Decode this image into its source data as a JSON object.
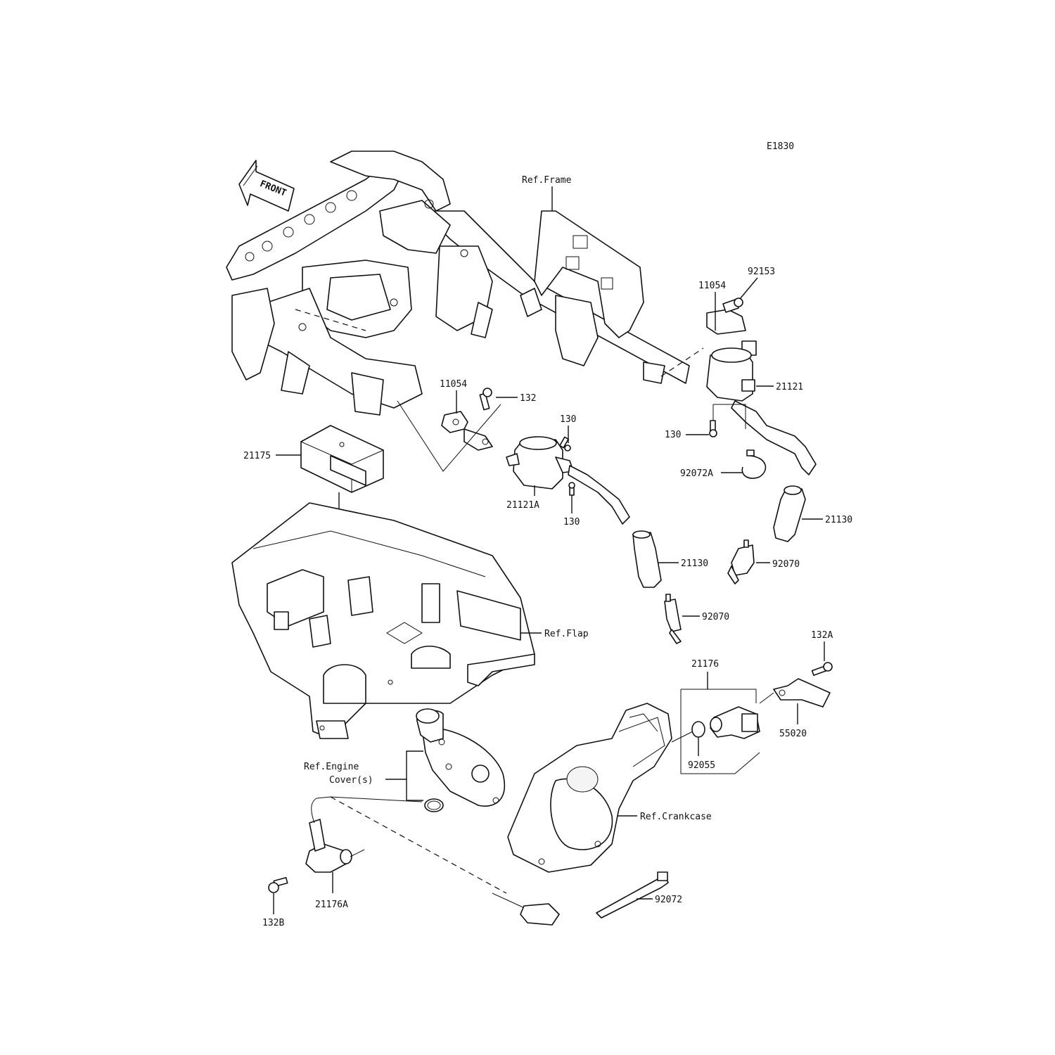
{
  "diagram_code": "E1830",
  "direction_marker": "FRONT",
  "callouts": {
    "ref_frame": "Ref.Frame",
    "ref_flap": "Ref.Flap",
    "ref_engine_cover_line1": "Ref.Engine",
    "ref_engine_cover_line2": "Cover(s)",
    "ref_crankcase": "Ref.Crankcase",
    "p11054_upper": "11054",
    "p92153": "92153",
    "p21121": "21121",
    "p130_right": "130",
    "p92072A": "92072A",
    "p21130_right": "21130",
    "p92070_right": "92070",
    "p11054_lower": "11054",
    "p132": "132",
    "p130_upper": "130",
    "p21175": "21175",
    "p21121A": "21121A",
    "p130_lower": "130",
    "p21130_left": "21130",
    "p92070_left": "92070",
    "p132A": "132A",
    "p21176": "21176",
    "p55020": "55020",
    "p92055": "92055",
    "p21176A": "21176A",
    "p132B": "132B",
    "p92072": "92072"
  }
}
